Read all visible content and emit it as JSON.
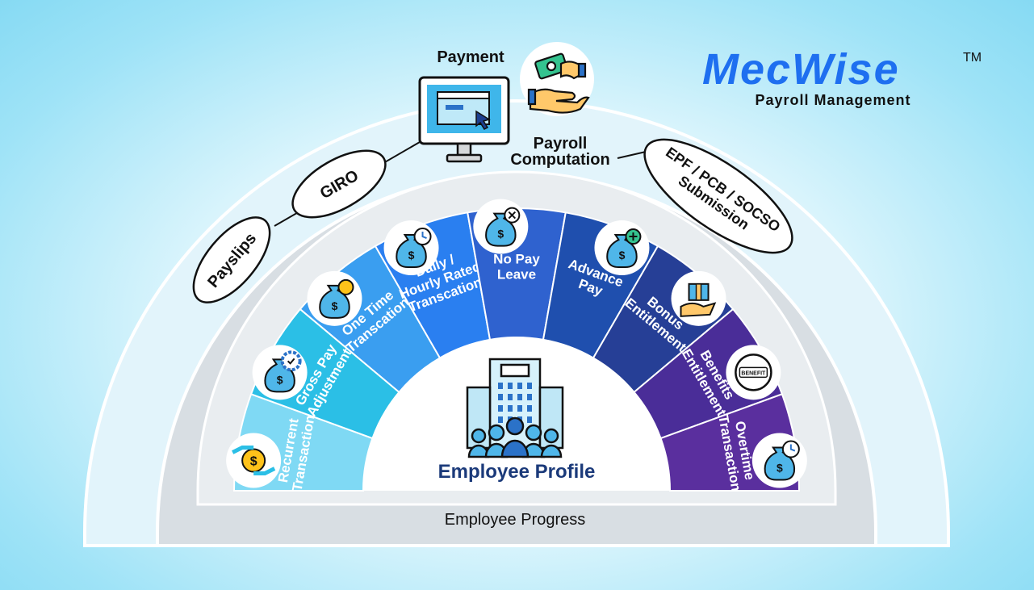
{
  "brand": {
    "name": "MecWise",
    "trademark": "TM",
    "subtitle": "Payroll Management",
    "color": "#1e6ff0"
  },
  "top": {
    "payment_label": "Payment",
    "payroll_line1": "Payroll",
    "payroll_line2": "Computation"
  },
  "ovals": {
    "payslips": "Payslips",
    "giro": "GIRO",
    "epf_line1": "EPF / PCB / SOCSO",
    "epf_line2": "Submission"
  },
  "segments": [
    {
      "line1": "Recurrent",
      "line2": "Transaction",
      "color": "#7fd9f4",
      "icon": "hand-coin-icon"
    },
    {
      "line1": "Gross Pay",
      "line2": "Adjustment",
      "color": "#2bbfe6",
      "icon": "moneybag-gear-icon"
    },
    {
      "line1": "One Time",
      "line2": "Transcation",
      "color": "#3a9ef0",
      "icon": "moneybag-coin-icon"
    },
    {
      "line1": "Daily /",
      "line2": "Hourly Rated",
      "line3": "Transcation",
      "color": "#2a7ff0",
      "icon": "moneybag-timer-icon"
    },
    {
      "line1": "No Pay",
      "line2": "Leave",
      "color": "#2f62cf",
      "icon": "moneybag-cross-icon"
    },
    {
      "line1": "Advance",
      "line2": "Pay",
      "color": "#1f4fae",
      "icon": "moneybag-plus-icon"
    },
    {
      "line1": "Bonus",
      "line2": "Entitlement",
      "color": "#263f96",
      "icon": "gift-hand-icon"
    },
    {
      "line1": "Benefits",
      "line2": "Entitlement",
      "color": "#4a2d98",
      "icon": "benefit-badge-icon"
    },
    {
      "line1": "Overtime",
      "line2": "Transaction",
      "color": "#5a2f9e",
      "icon": "moneybag-clock-icon"
    }
  ],
  "benefit_badge": "BENEFIT",
  "center": {
    "label": "Employee Profile",
    "icon": "office-people-icon"
  },
  "bottom": {
    "label": "Employee Progress"
  }
}
